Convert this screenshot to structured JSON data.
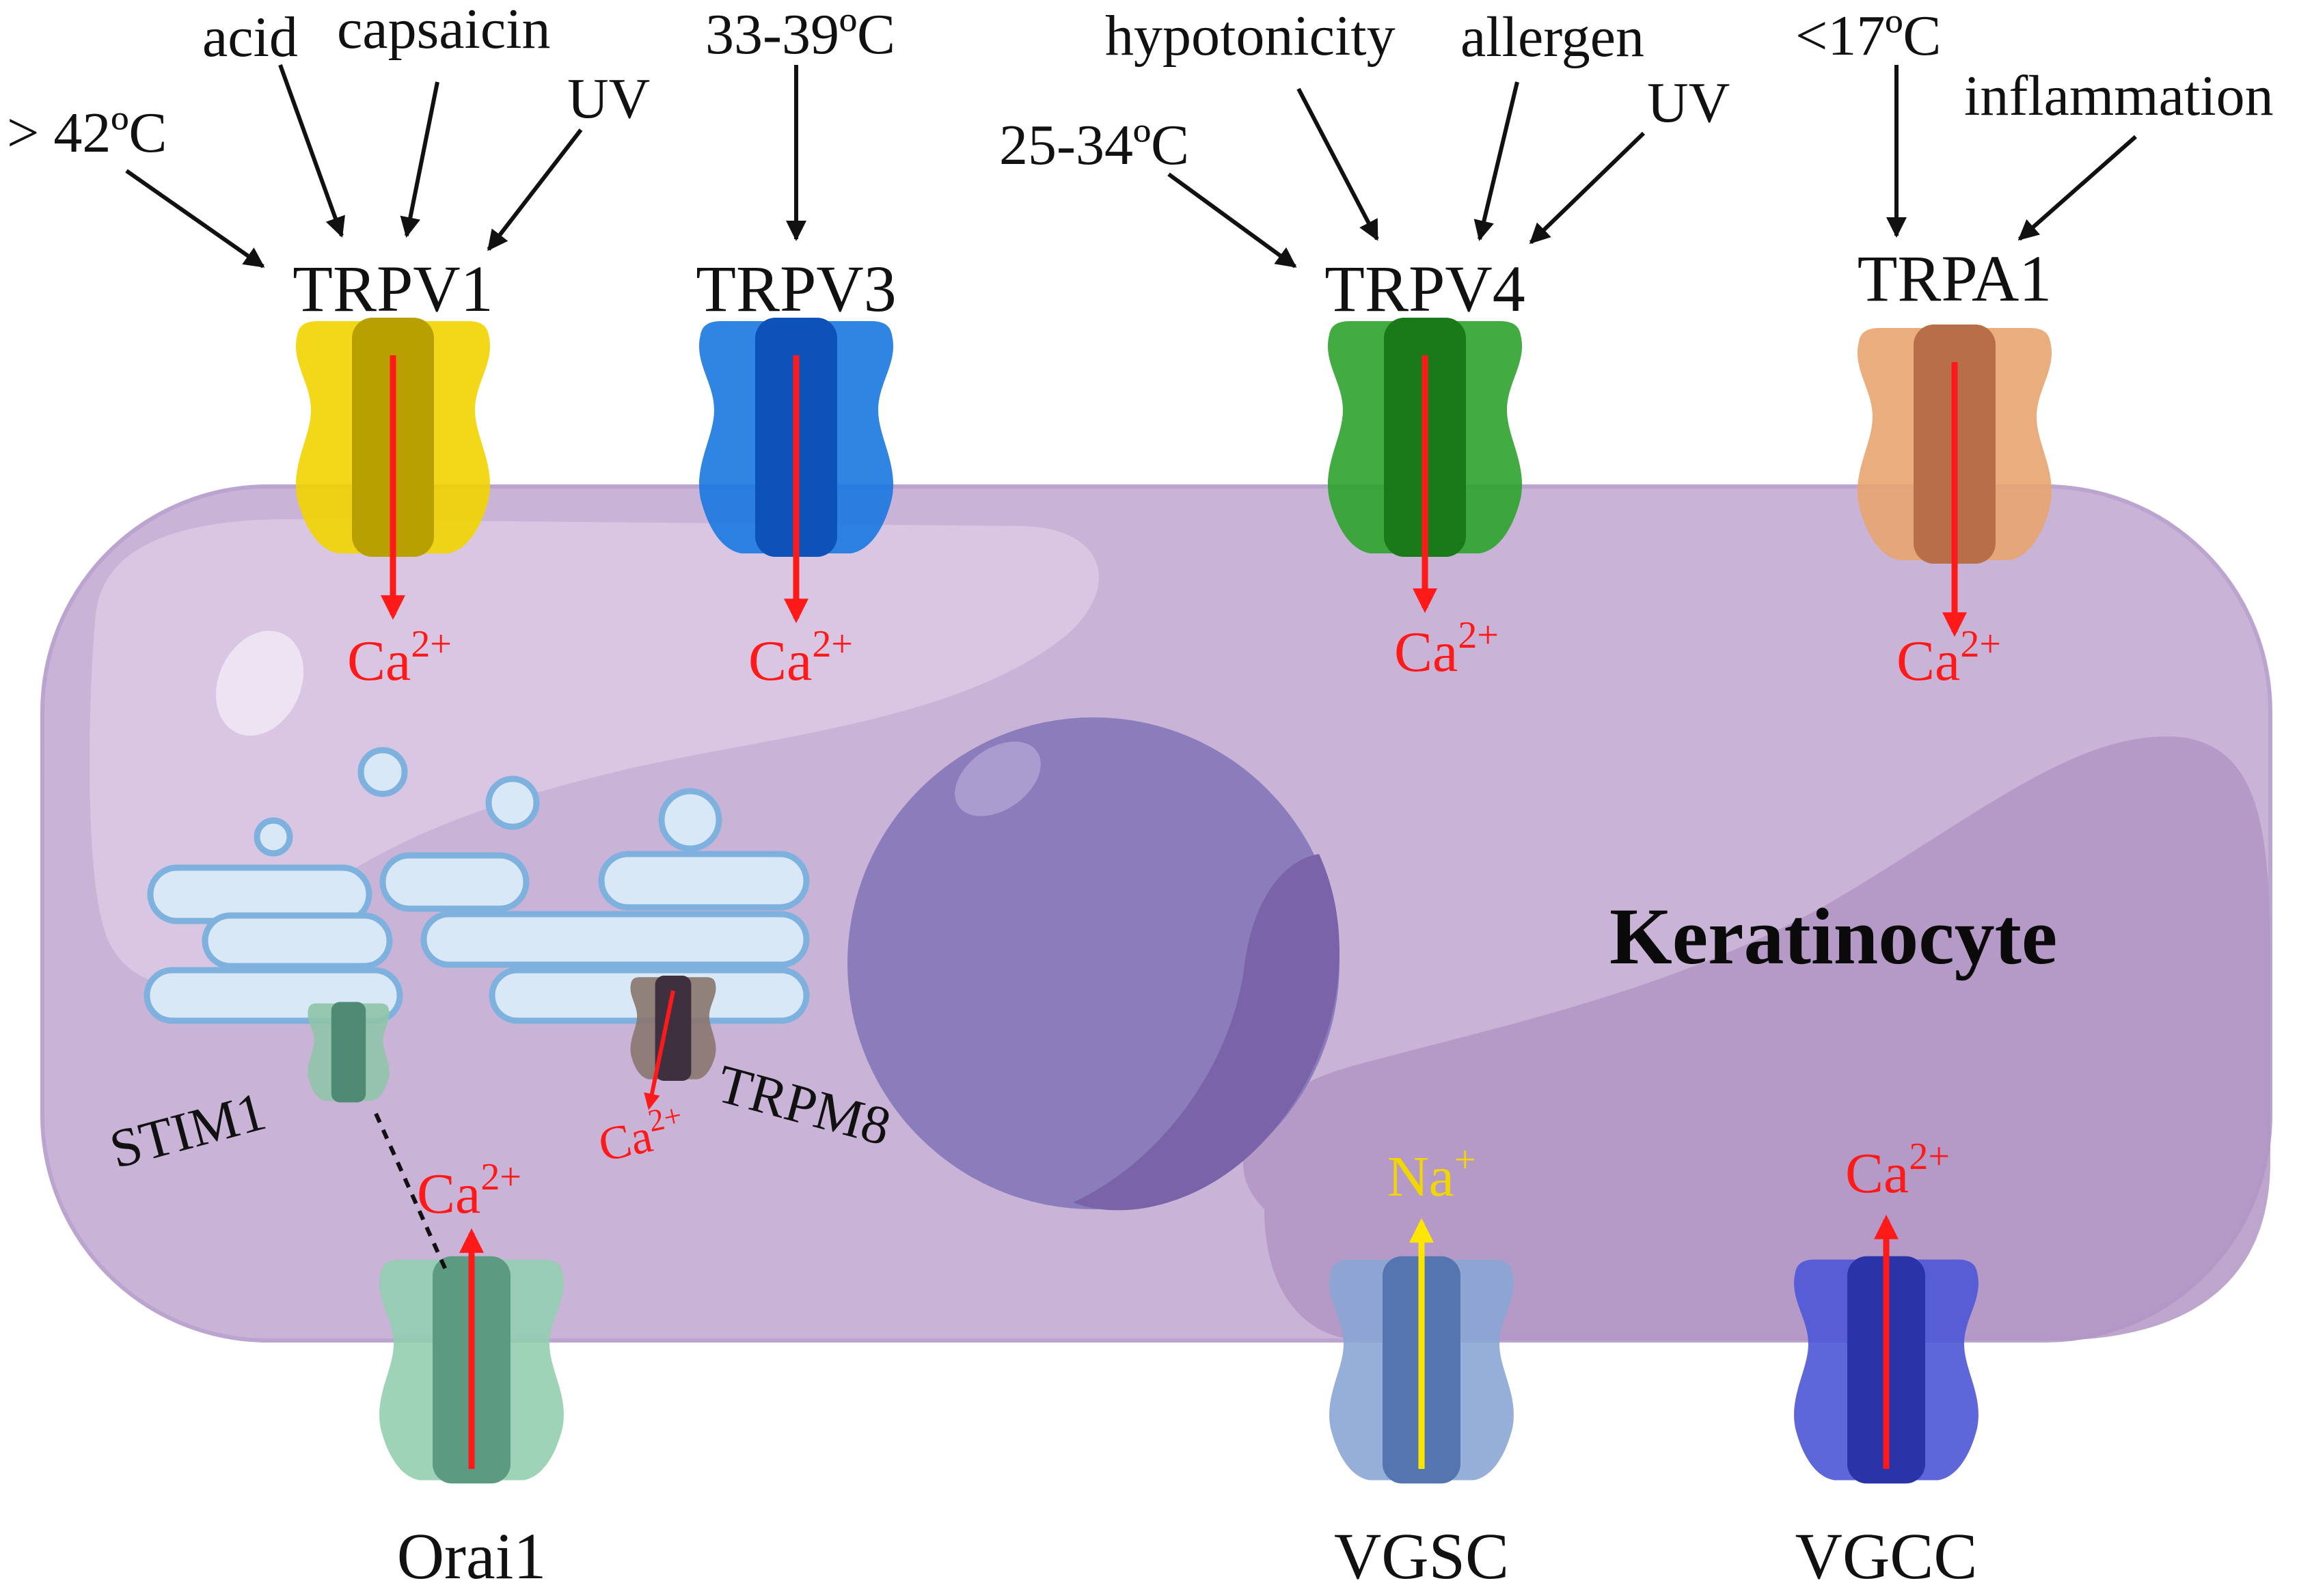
{
  "title": "Keratinocyte",
  "colors": {
    "cell": "#c9b4d8",
    "cell_edge": "#b79fcb",
    "nucleus": "#8b7cbc",
    "er": "#d8e8f6",
    "er_edge": "#7fb1de",
    "ca_arrow": "#ff1a1a",
    "na_arrow": "#ffe600",
    "stimulus_arrow": "#111111",
    "TRPV1": "#f2d400",
    "TRPV3": "#1a78e0",
    "TRPV4": "#2ea32e",
    "TRPA1": "#e8a470",
    "TRPM8": "#6d5a55",
    "STIM1": "#8fc4a8",
    "Orai1": "#94ceb0",
    "VGSC": "#8aa6d4",
    "VGCC": "#4d57d6"
  },
  "channels": {
    "trpv1": {
      "name": "TRPV1",
      "ion": "Ca",
      "charge": "2+",
      "stimuli": [
        "> 42ºC",
        "acid",
        "capsaicin",
        "UV"
      ]
    },
    "trpv3": {
      "name": "TRPV3",
      "ion": "Ca",
      "charge": "2+",
      "stimuli": [
        "33-39ºC"
      ]
    },
    "trpv4": {
      "name": "TRPV4",
      "ion": "Ca",
      "charge": "2+",
      "stimuli": [
        "25-34ºC",
        "hypotonicity",
        "allergen",
        "UV"
      ]
    },
    "trpa1": {
      "name": "TRPA1",
      "ion": "Ca",
      "charge": "2+",
      "stimuli": [
        "<17ºC",
        "inflammation"
      ]
    },
    "stim1": {
      "name": "STIM1"
    },
    "trpm8": {
      "name": "TRPM8",
      "ion": "Ca",
      "charge": "2+"
    },
    "orai1": {
      "name": "Orai1",
      "ion": "Ca",
      "charge": "2+"
    },
    "vgsc": {
      "name": "VGSC",
      "ion": "Na",
      "charge": "+"
    },
    "vgcc": {
      "name": "VGCC",
      "ion": "Ca",
      "charge": "2+"
    }
  }
}
